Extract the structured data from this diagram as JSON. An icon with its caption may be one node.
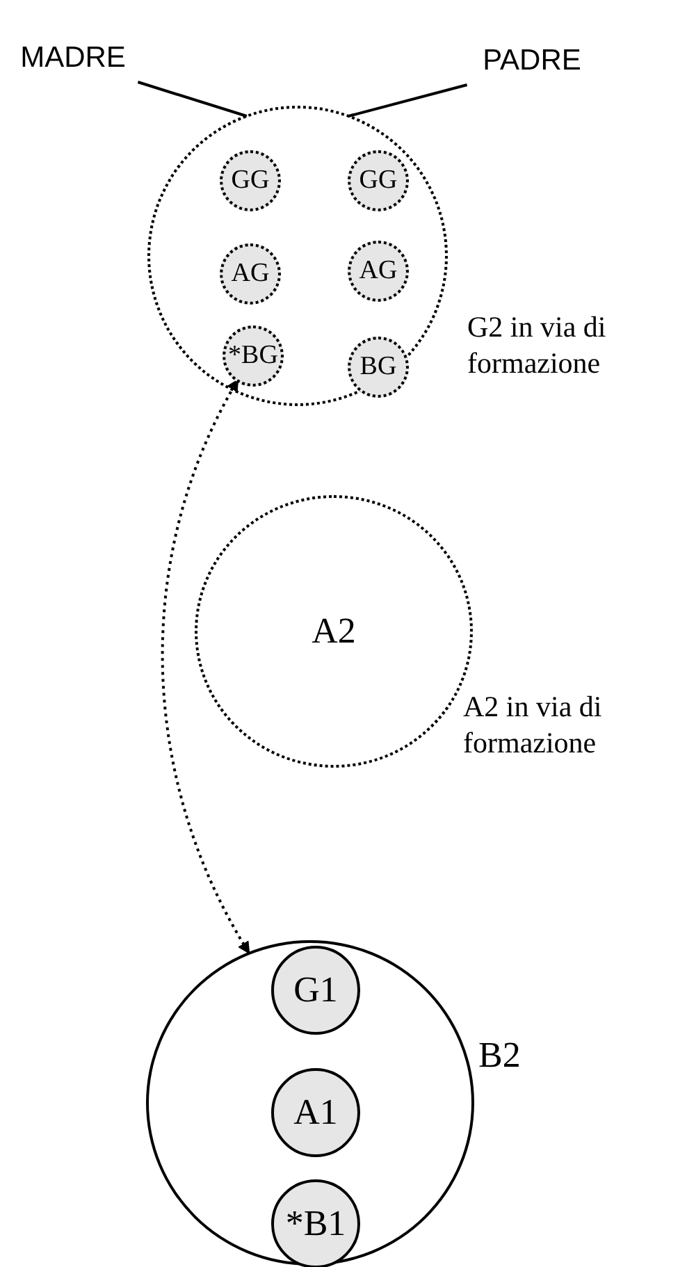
{
  "diagram": {
    "nodes": [
      {
        "text": [
          "MADRE"
        ]
      },
      {
        "text": [
          "PADRE"
        ]
      },
      {
        "text": [],
        "shape": "circle",
        "beside": [
          "G2 in via di formazione"
        ]
      },
      {
        "text": [
          "GG"
        ],
        "in": 2
      },
      {
        "text": [
          "GG"
        ],
        "in": 2
      },
      {
        "text": [
          "AG"
        ],
        "in": 2
      },
      {
        "text": [
          "AG"
        ],
        "in": 2
      },
      {
        "text": [
          "*BG"
        ],
        "in": 2
      },
      {
        "text": [
          "BG"
        ],
        "in": 2
      },
      {
        "text": [
          "A2"
        ],
        "beside": [
          "A2 in via di formazione"
        ]
      },
      {
        "text": [
          "B2"
        ]
      },
      {
        "text": [
          "G1"
        ],
        "in": 10
      },
      {
        "text": [
          "A1"
        ],
        "in": 10
      },
      {
        "text": [
          "*B1"
        ],
        "in": 10
      }
    ],
    "edges": [
      {
        "from": 0,
        "to": 2,
        "arrow": "none"
      },
      {
        "from": 1,
        "to": 2,
        "arrow": "none"
      },
      {
        "from": 7,
        "to": 10,
        "arrow": "both",
        "style": "dashed"
      }
    ]
  }
}
